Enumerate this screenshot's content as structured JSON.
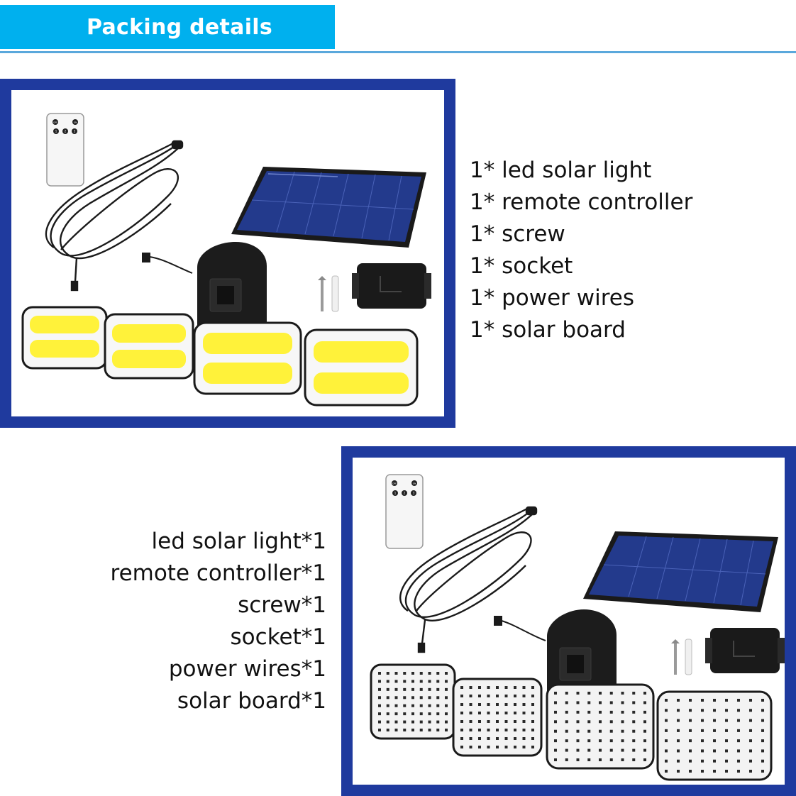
{
  "header": {
    "title": "Packing details"
  },
  "list_top": [
    "1* led solar light",
    "1* remote controller",
    "1* screw",
    "1* socket",
    "1* power wires",
    "1* solar board"
  ],
  "list_bottom": [
    "led solar light*1",
    "remote controller*1",
    "screw*1",
    "socket*1",
    "power wires*1",
    "solar board*1"
  ],
  "remote": {
    "off": "OFF",
    "on": "ON",
    "b1": "1",
    "b2": "2",
    "b3": "3"
  },
  "colors": {
    "accent": "#00b0ee",
    "frame": "#1f3a9e",
    "cob_yellow": "#fff23a",
    "solar_blue": "#233a8c"
  }
}
